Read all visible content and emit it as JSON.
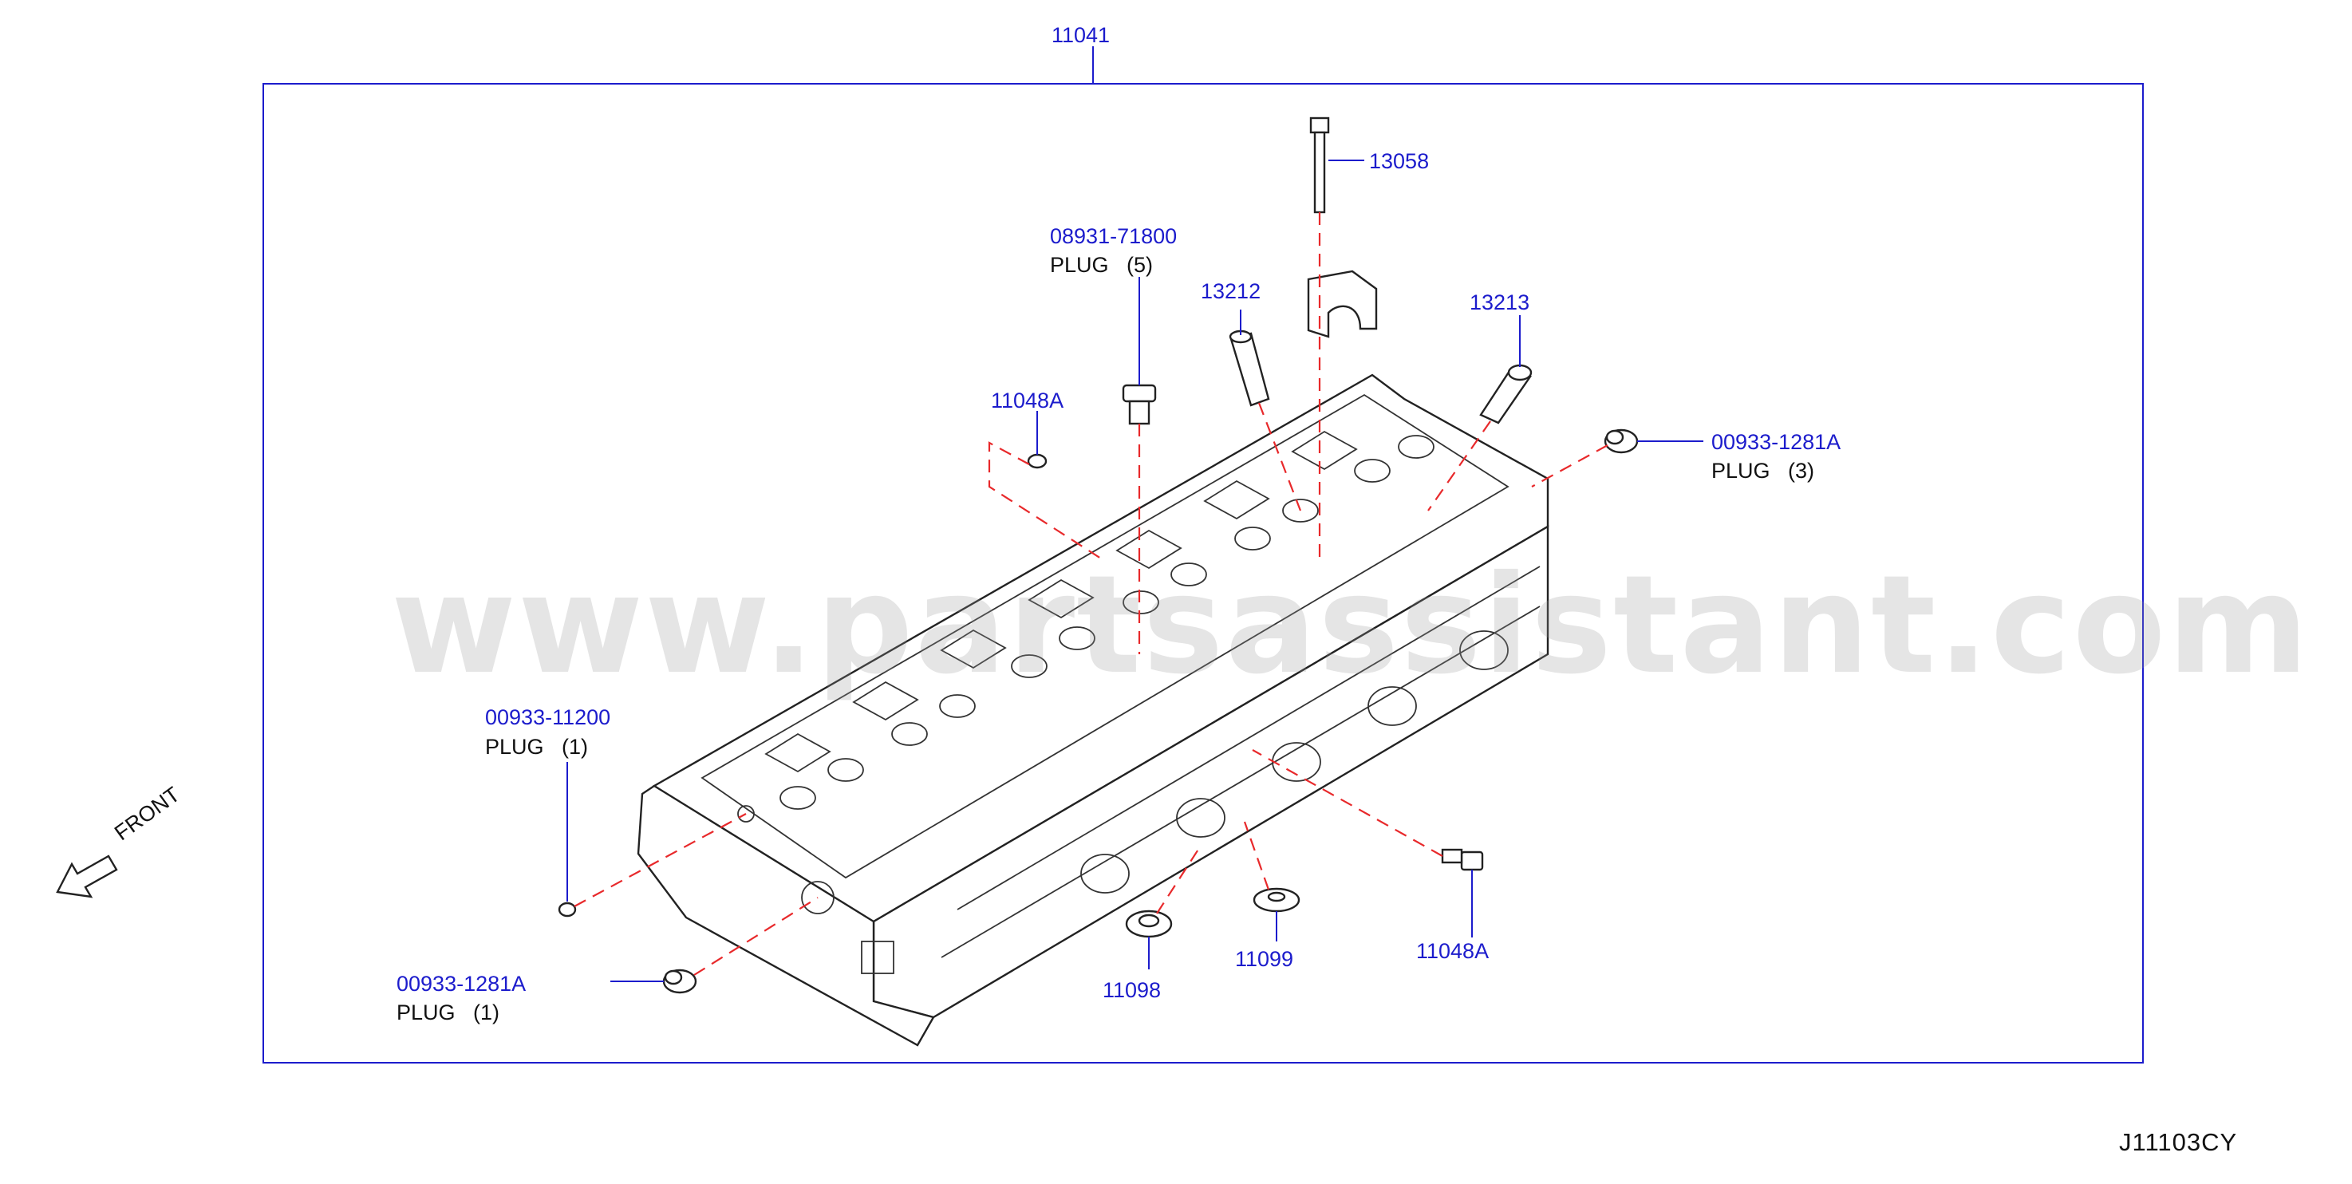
{
  "diagram": {
    "assembly_part_number": "11041",
    "diagram_code": "J11103CY",
    "watermark": "www.partsassistant.com",
    "front_label": "FRONT",
    "colors": {
      "part_number": "#1c1ccc",
      "leader_line": "#1c1ccc",
      "dashed_line": "#e8292b",
      "drawing": "#222222"
    },
    "parts": [
      {
        "id": "bolt",
        "number": "13058",
        "description": ""
      },
      {
        "id": "plug-top",
        "number": "08931-71800",
        "description": "PLUG (5)"
      },
      {
        "id": "guide-1",
        "number": "13212",
        "description": ""
      },
      {
        "id": "guide-2",
        "number": "13213",
        "description": ""
      },
      {
        "id": "dowel-top",
        "number": "11048A",
        "description": ""
      },
      {
        "id": "plug-right",
        "number": "00933-1281A",
        "description": "PLUG (3)"
      },
      {
        "id": "plug-left",
        "number": "00933-11200",
        "description": "PLUG (1)"
      },
      {
        "id": "plug-bottom-left",
        "number": "00933-1281A",
        "description": "PLUG (1)"
      },
      {
        "id": "washer-1",
        "number": "11098",
        "description": ""
      },
      {
        "id": "washer-2",
        "number": "11099",
        "description": ""
      },
      {
        "id": "stud-bottom",
        "number": "11048A",
        "description": ""
      }
    ]
  }
}
